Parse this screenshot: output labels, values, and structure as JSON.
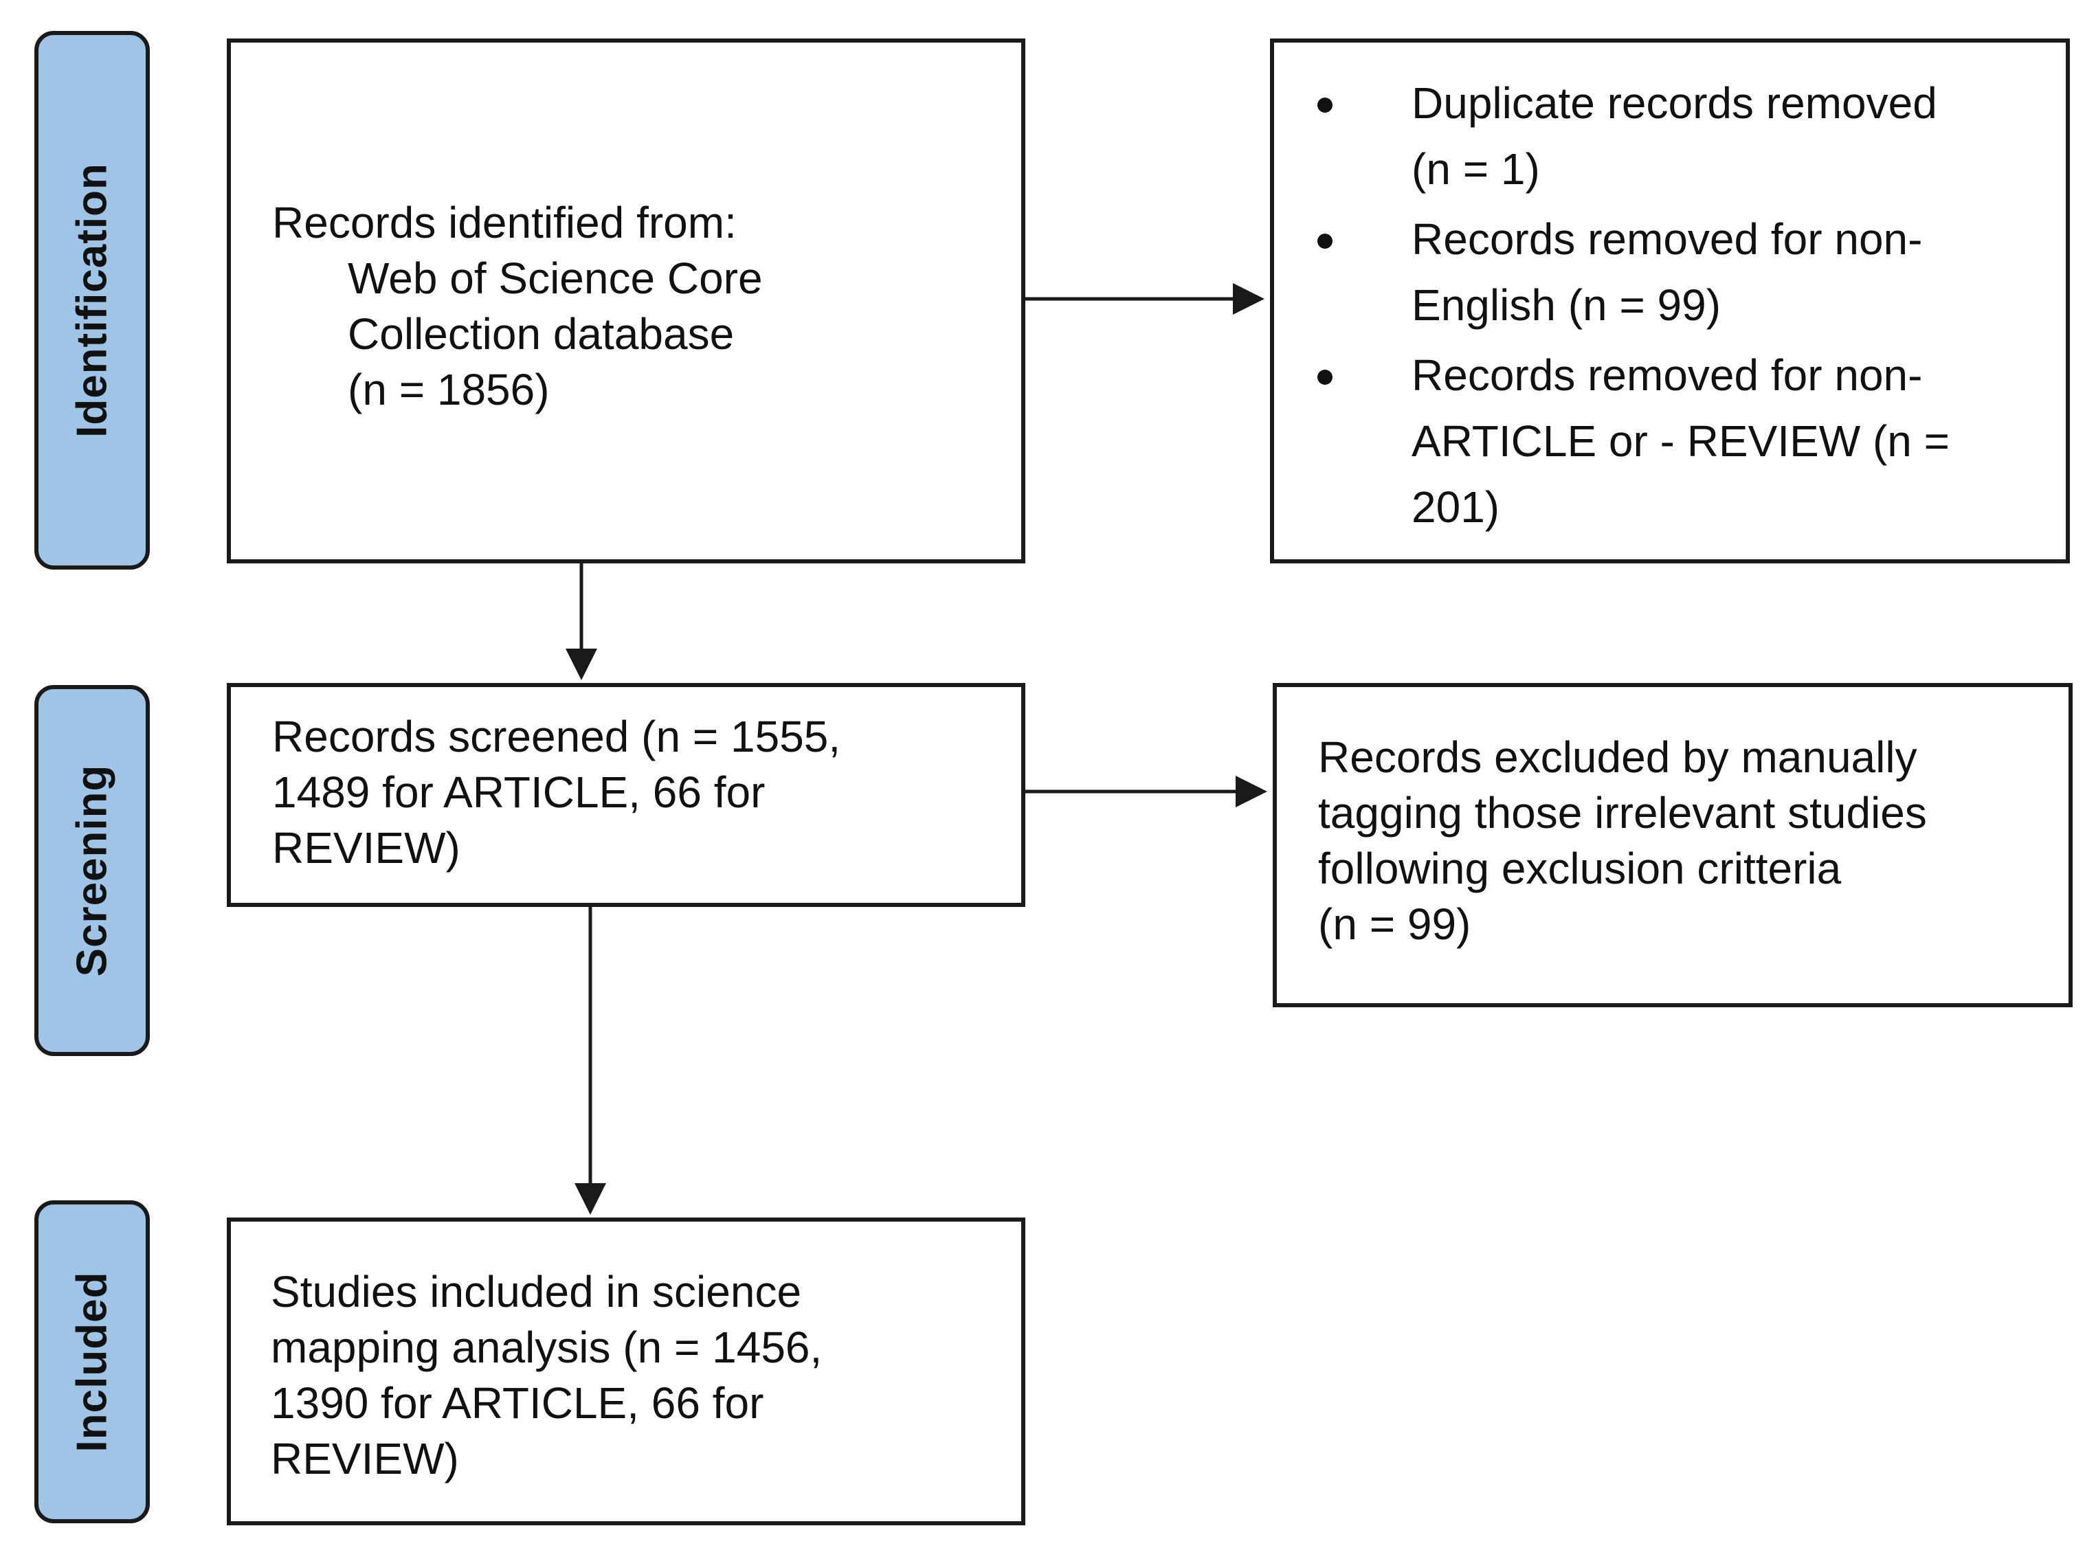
{
  "stages": {
    "identification": "Identification",
    "screening": "Screening",
    "included": "Included"
  },
  "identified": {
    "line1": "Records identified from:",
    "line2": "Web of Science Core",
    "line3": "Collection database",
    "line4": "(n = 1856)"
  },
  "removed": {
    "items": [
      {
        "line1": "Duplicate records removed",
        "line2": "(n = 1)"
      },
      {
        "line1": "Records removed for non-",
        "line2": "English (n = 99)"
      },
      {
        "line1": "Records removed for non-",
        "line2": "ARTICLE or - REVIEW (n =",
        "line3": "201)"
      }
    ]
  },
  "screened": {
    "line1": "Records screened (n = 1555,",
    "line2": "1489 for ARTICLE, 66 for",
    "line3": "REVIEW)"
  },
  "excluded": {
    "line1": "Records excluded by manually",
    "line2": "tagging those irrelevant studies",
    "line3": "following exclusion critteria",
    "line4": "(n = 99)"
  },
  "included_box": {
    "line1": "Studies included in science",
    "line2": "mapping analysis (n = 1456,",
    "line3": "1390 for ARTICLE, 66 for",
    "line4": "REVIEW)"
  }
}
